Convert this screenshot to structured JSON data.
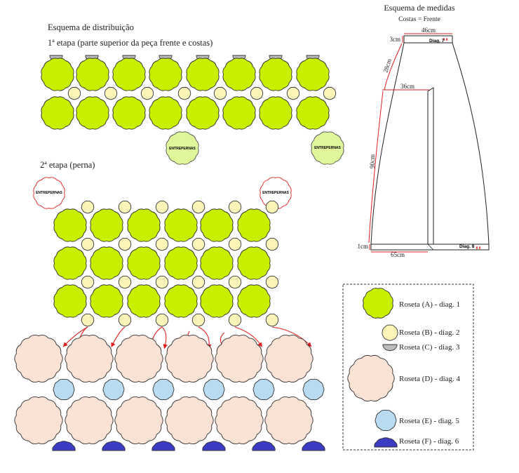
{
  "distribution": {
    "title": "Esquema de distribuição",
    "stage1": "1ª etapa (parte superior da peça frente e costas)",
    "stage2": "2ª etapa (perna)",
    "entrepernas": "ENTREPERNAS"
  },
  "measures": {
    "title": "Esquema de medidas",
    "subtitle": "Costas = Frente",
    "m46": "46cm",
    "m3": "3cm",
    "diag7": "Diag. 7",
    "m28": "28cm",
    "m36": "36cm",
    "m90": "90cm",
    "m1": "1cm",
    "m65": "65cm",
    "diag8": "Diag. 8"
  },
  "legend": {
    "items": [
      {
        "type": "A",
        "label": "Roseta (A) - diag. 1"
      },
      {
        "type": "B",
        "label": "Roseta (B) - diag. 2"
      },
      {
        "type": "C",
        "label": "Roseta (C) - diag. 3"
      },
      {
        "type": "D",
        "label": "Roseta (D) - diag. 4"
      },
      {
        "type": "E",
        "label": "Roseta (E) - diag. 5"
      },
      {
        "type": "F",
        "label": "Roseta (F) - diag. 6"
      }
    ]
  },
  "colors": {
    "A": "#c6f000",
    "B": "#fbf4b8",
    "C": "#bdbdbd",
    "D": "#fae2d4",
    "E": "#b9dbf2",
    "F": "#3b3bc4",
    "entreFill": "#dff79a",
    "red": "#e02020"
  }
}
